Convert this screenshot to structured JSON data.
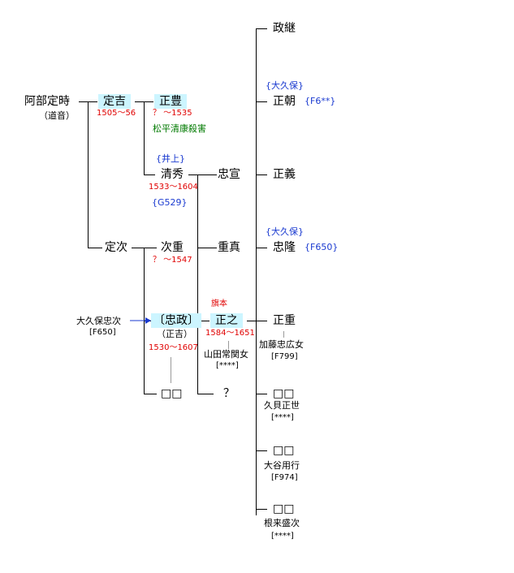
{
  "persons": {
    "abe_sadatoki": {
      "name": "阿部定時",
      "alias": "（道音）"
    },
    "sadayoshi": {
      "name": "定吉",
      "years": "1505〜56"
    },
    "masatoyo": {
      "name": "正豊",
      "years": "？ 〜1535",
      "note": "松平清康殺害"
    },
    "kiyohide": {
      "prefix": "{井上}",
      "name": "清秀",
      "years": "1533〜1604",
      "ref": "{G529}"
    },
    "sadatsugu": {
      "name": "定次"
    },
    "tsugushige": {
      "name": "次重",
      "years": "？ 〜1547"
    },
    "tadamasa": {
      "name": "〔忠政〕",
      "alias": "（正吉）",
      "years": "1530〜1607"
    },
    "tadamasa_child": {
      "name": "□□"
    },
    "tadanobu": {
      "name": "忠宣"
    },
    "shigezane": {
      "name": "重真"
    },
    "masayuki": {
      "label": "旗本",
      "name": "正之",
      "years": "1584〜1651",
      "spouse": "山田常関女",
      "spouse_ref": "[****]"
    },
    "unknown": {
      "name": "？"
    },
    "masatsugu": {
      "name": "政継"
    },
    "masatomo": {
      "prefix": "{大久保}",
      "name": "正朝",
      "ref": "{F6**}"
    },
    "masayoshi": {
      "name": "正義"
    },
    "tadataka": {
      "prefix": "{大久保}",
      "name": "忠隆",
      "ref": "{F650}"
    },
    "masashige": {
      "name": "正重",
      "spouse": "加藤忠広女",
      "spouse_ref": "[F799]"
    },
    "d1": {
      "name": "□□",
      "spouse": "久貝正世",
      "spouse_ref": "[****]"
    },
    "d2": {
      "name": "□□",
      "spouse": "大谷用行",
      "spouse_ref": "[F974]"
    },
    "d3": {
      "name": "□□",
      "spouse": "根来盛次",
      "spouse_ref": "[****]"
    }
  },
  "adoption": {
    "name": "大久保忠次",
    "ref": "[F650]"
  },
  "colors": {
    "highlight": "#ccf5ff",
    "years": "#e00000",
    "refs": "#1a3ad0",
    "note": "#007a00",
    "arrow": "#1a3ad0"
  }
}
